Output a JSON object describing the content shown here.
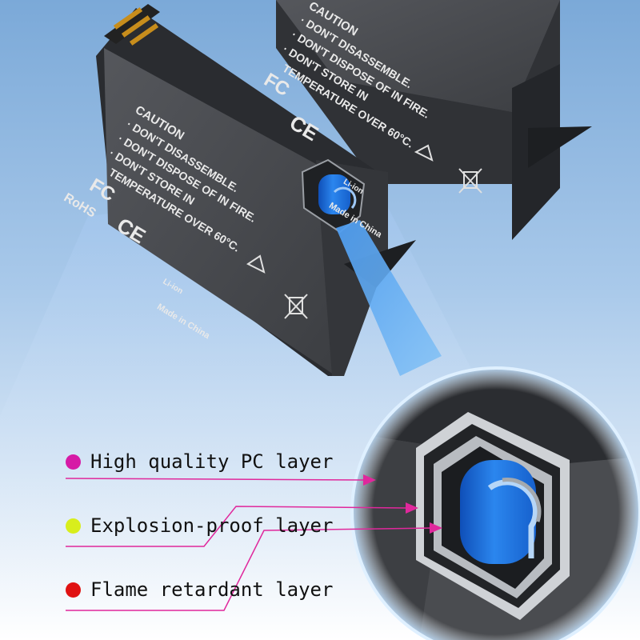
{
  "battery_back": {
    "caution": "CAUTION",
    "warnings": [
      "· DON'T DISASSEMBLE.",
      "· DON'T DISPOSE OF IN FIRE.",
      "· DON'T STORE IN"
    ],
    "temperature": "TEMPERATURE OVER 60°C.",
    "fcc": "FC",
    "ce": "CE",
    "li_ion": "Li-ion",
    "made_in": "Made in China"
  },
  "battery_front": {
    "caution": "CAUTION",
    "warnings": [
      "· DON'T DISASSEMBLE.",
      "· DON'T DISPOSE OF IN FIRE.",
      "· DON'T STORE IN"
    ],
    "temperature": "TEMPERATURE OVER 60°C.",
    "fcc": "FC",
    "ce": "CE",
    "rohs": "RoHS",
    "li_ion": "Li-ion",
    "made_in": "Made in China"
  },
  "legend": [
    {
      "label": "High quality PC layer",
      "color": "#d61aa6"
    },
    {
      "label": "Explosion-proof layer",
      "color": "#d8ee1c"
    },
    {
      "label": "Flame retardant layer",
      "color": "#e01212"
    }
  ],
  "colors": {
    "pointer_line": "#e0289c",
    "battery_body": "#4a4c50",
    "cell_blue": "#1e74e0",
    "beam": "#5aaaf2"
  }
}
